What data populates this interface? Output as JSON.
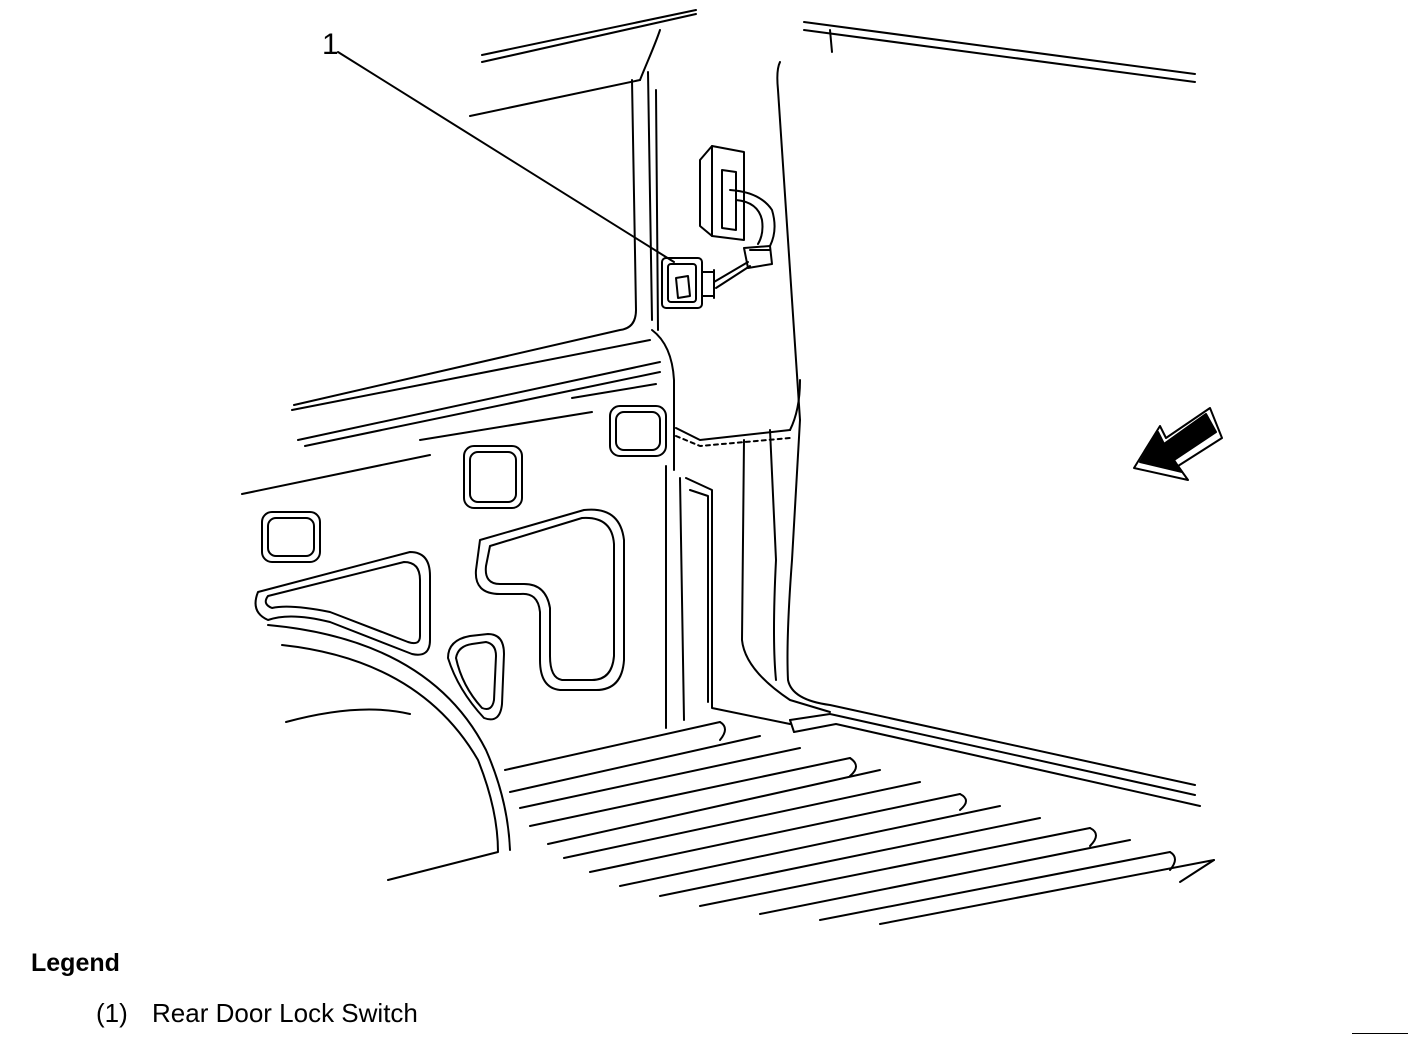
{
  "callouts": [
    {
      "number": "1"
    }
  ],
  "legend": {
    "title": "Legend",
    "items": [
      {
        "number": "(1)",
        "label": "Rear Door Lock Switch"
      }
    ]
  },
  "icons": {
    "direction_arrow": "arrow-pointing-forward-icon"
  },
  "colors": {
    "line": "#000000",
    "background": "#ffffff"
  }
}
